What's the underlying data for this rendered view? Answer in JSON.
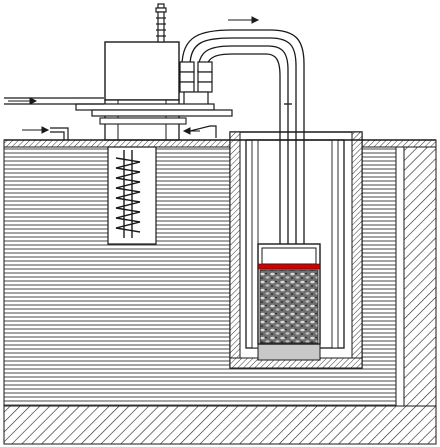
{
  "diagram": {
    "palette": {
      "line": "#1a1a1a",
      "fill_white": "#ffffff",
      "water_hatch": "#333333",
      "gravel_fill": "#6f6f6f",
      "seal_band": "#d40000",
      "pad_grey": "#c8c8c8"
    },
    "components": [
      "thermostat-housing",
      "adjustment-screw",
      "control-valve-block",
      "fluid-tubing",
      "flow-arrow-upper",
      "flow-arrow-inlet",
      "flow-arrow-outlet",
      "bath-tank-wall",
      "water-bath",
      "heating-coil",
      "recess-well",
      "sample-sleeve",
      "sample-cell",
      "cell-cap",
      "seal-band",
      "packed-sample",
      "base-pad",
      "foundation"
    ]
  }
}
